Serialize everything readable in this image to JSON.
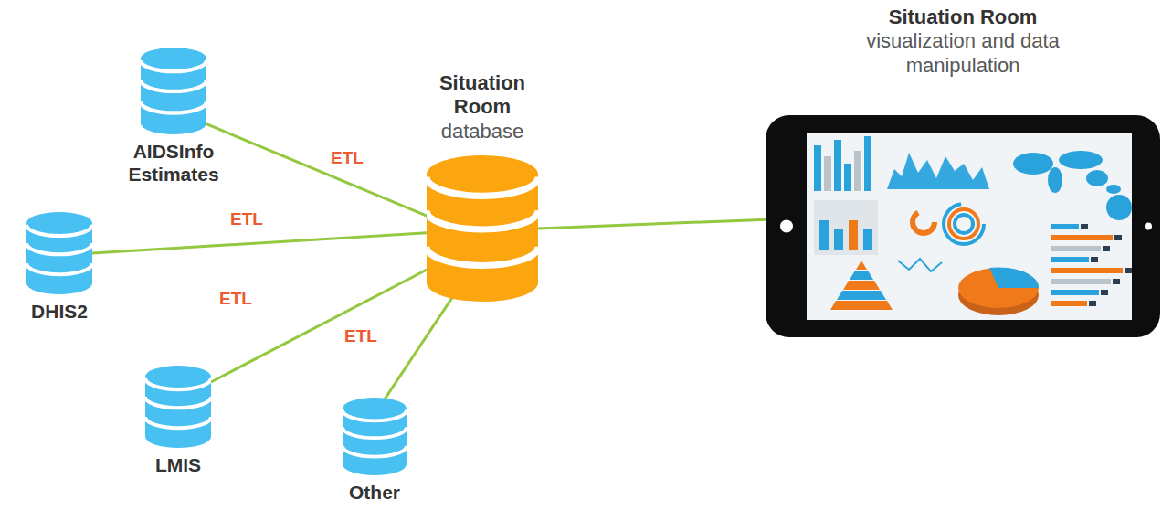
{
  "diagram": {
    "nodes": [
      {
        "text": [
          "AIDSInfo Estimates"
        ]
      },
      {
        "text": [
          "DHIS2"
        ]
      },
      {
        "text": [
          "LMIS"
        ]
      },
      {
        "text": [
          "Other"
        ]
      },
      {
        "text": [
          "Situation Room",
          "database"
        ]
      },
      {
        "text": [
          "Situation Room",
          "visualization and data manipulation"
        ]
      }
    ],
    "edges": [
      {
        "from": 0,
        "to": 4,
        "label": "ETL",
        "arrow": "none"
      },
      {
        "from": 1,
        "to": 4,
        "label": "ETL",
        "arrow": "none"
      },
      {
        "from": 2,
        "to": 4,
        "label": "ETL",
        "arrow": "none"
      },
      {
        "from": 3,
        "to": 4,
        "label": "ETL",
        "arrow": "none"
      },
      {
        "from": 4,
        "to": 5,
        "arrow": "none"
      }
    ]
  }
}
